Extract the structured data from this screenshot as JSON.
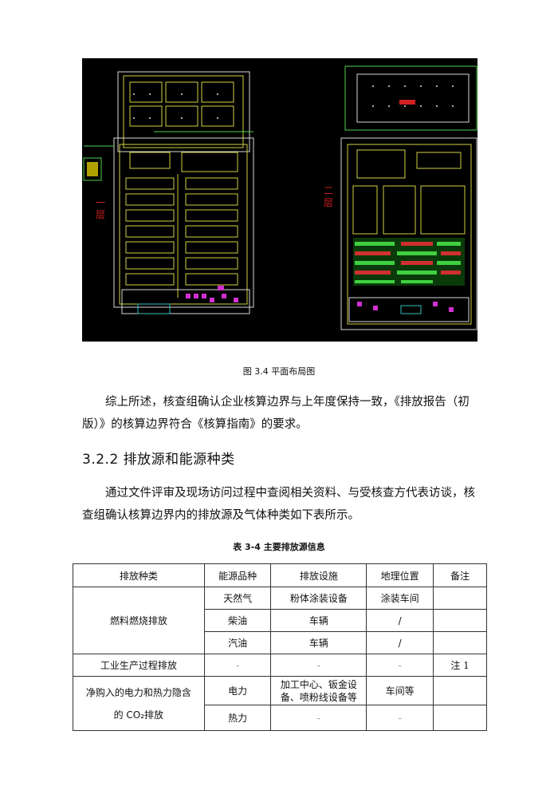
{
  "figure": {
    "floor1_label": "一\n层",
    "floor2_label": "二\n层",
    "caption": "图 3.4 平面布局图"
  },
  "paragraph1": "综上所述，核查组确认企业核算边界与上年度保持一致，《排放报告（初版）》的核算边界符合《核算指南》的要求。",
  "section": {
    "number": "3.2.2",
    "title": "排放源和能源种类"
  },
  "paragraph2": "通过文件评审及现场访问过程中查阅相关资料、与受核查方代表访谈，核查组确认核算边界内的排放源及气体种类如下表所示。",
  "table": {
    "caption": "表 3-4 主要排放源信息",
    "headers": [
      "排放种类",
      "能源品种",
      "排放设施",
      "地理位置",
      "备注"
    ],
    "group1": {
      "category": "燃料燃烧排放",
      "rows": [
        {
          "energy": "天然气",
          "facility": "粉体涂装设备",
          "location": "涂装车间",
          "note": ""
        },
        {
          "energy": "柴油",
          "facility": "车辆",
          "location": "/",
          "note": ""
        },
        {
          "energy": "汽油",
          "facility": "车辆",
          "location": "/",
          "note": ""
        }
      ]
    },
    "group2": {
      "category": "工业生产过程排放",
      "energy": "-",
      "facility": "-",
      "location": "-",
      "note": "注 1"
    },
    "group3": {
      "category_line1": "净购入的电力和热力隐含",
      "category_line2": "的 CO₂排放",
      "rows": [
        {
          "energy": "电力",
          "facility_line1": "加工中心、钣金设",
          "facility_line2": "备、喷粉线设备等",
          "location": "车间等",
          "note": ""
        },
        {
          "energy": "热力",
          "facility": "-",
          "location": "-",
          "note": ""
        }
      ]
    }
  }
}
